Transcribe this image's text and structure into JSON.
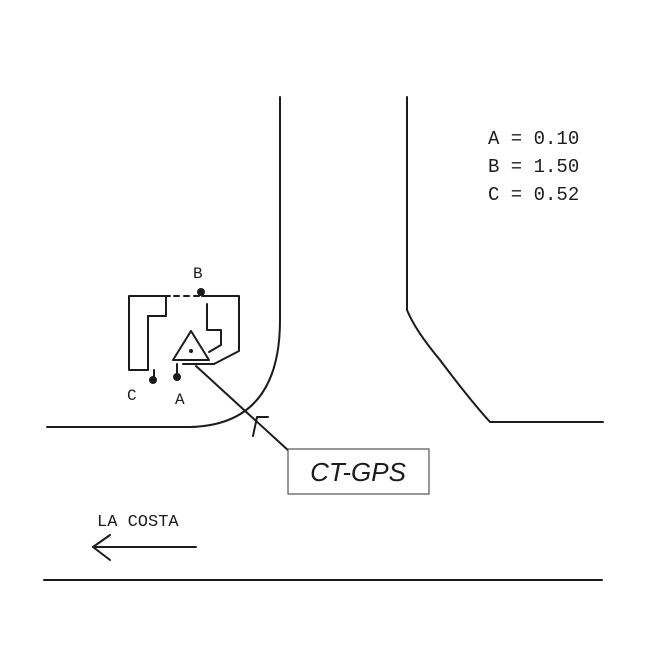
{
  "legend": {
    "a": "A = 0.10",
    "b": "B = 1.50",
    "c": "C = 0.52"
  },
  "points": {
    "a": "A",
    "b": "B",
    "c": "C"
  },
  "callout": "CT-GPS",
  "direction_label": "LA COSTA",
  "colors": {
    "ink": "#1c1c1c",
    "background": "#ffffff"
  }
}
